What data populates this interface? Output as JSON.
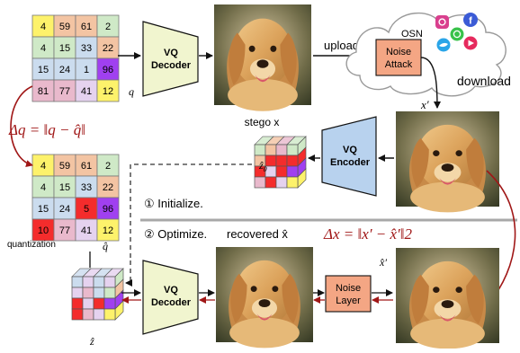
{
  "colors": {
    "cell_yellow": "#fdf26b",
    "cell_green": "#cfe9c7",
    "cell_salmon": "#f3c4a3",
    "cell_blue": "#cbdcee",
    "cell_lilac": "#e5d2ef",
    "cell_purple": "#a040f0",
    "cell_pink": "#e9b9cc",
    "cell_red": "#f42c2c",
    "vq_decoder_fill": "#f1f5cf",
    "vq_encoder_fill": "#b8d2ee",
    "noise_fill": "#f4a684",
    "delta_red": "#a01717"
  },
  "grid_q": {
    "label": "q",
    "rows": [
      [
        "4",
        "59",
        "61",
        "2"
      ],
      [
        "4",
        "15",
        "33",
        "22"
      ],
      [
        "15",
        "24",
        "1",
        "96"
      ],
      [
        "81",
        "77",
        "41",
        "12"
      ]
    ]
  },
  "grid_qhat": {
    "label": "q̂",
    "caption": "quantization",
    "rows": [
      [
        "4",
        "59",
        "61",
        "2"
      ],
      [
        "4",
        "15",
        "33",
        "22"
      ],
      [
        "15",
        "24",
        "5",
        "96"
      ],
      [
        "10",
        "77",
        "41",
        "12"
      ]
    ]
  },
  "blocks": {
    "decoder_top": [
      "VQ",
      "Decoder"
    ],
    "decoder_bottom": [
      "VQ",
      "Decoder"
    ],
    "encoder": [
      "VQ",
      "Encoder"
    ],
    "noise_attack": [
      "Noise",
      "Attack"
    ],
    "noise_layer": [
      "Noise",
      "Layer"
    ]
  },
  "labels": {
    "stego": "stego x",
    "upload": "upload",
    "download": "download",
    "osn": "OSN",
    "x_prime": "x′",
    "z0": "ẑ",
    "z0_sub": "0",
    "z_hat": "ẑ",
    "step1": "① Initialize.",
    "step2": "② Optimize.",
    "recovered": "recovered x̂",
    "x_hat_prime": "x̂′"
  },
  "equations": {
    "delta_q": "Δq = ‖q − q̂‖",
    "delta_x": "Δx = ‖x′ − x̂′‖2"
  },
  "social_icons": [
    "instagram-icon",
    "facebook-icon",
    "whatsapp-icon",
    "twitter-icon",
    "youtube-icon"
  ]
}
